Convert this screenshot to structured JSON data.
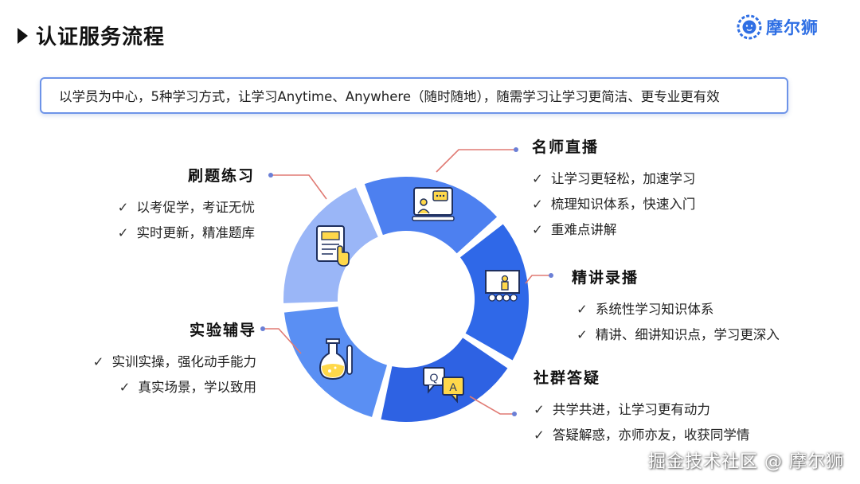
{
  "header": {
    "title": "认证服务流程",
    "logo_text": "摩尔狮"
  },
  "banner": {
    "text": "以学员为中心，5种学习方式，让学习Anytime、Anywhere（随时随地），随需学习让学习更简洁、更专业更有效"
  },
  "ring": {
    "colors": [
      "#4d80f0",
      "#2f68e8",
      "#2e62e3",
      "#5a8ff3",
      "#9ab6f7"
    ]
  },
  "sections": {
    "live": {
      "title": "名师直播",
      "items": [
        "让学习更轻松，加速学习",
        "梳理知识体系，快速入门",
        "重难点讲解"
      ],
      "icon": "live-teacher-icon"
    },
    "recorded": {
      "title": "精讲录播",
      "items": [
        "系统性学习知识体系",
        "精讲、细讲知识点，学习更深入"
      ],
      "icon": "lecture-screen-icon"
    },
    "community": {
      "title": "社群答疑",
      "items": [
        "共学共进，让学习更有动力",
        "答疑解惑，亦师亦友，收获同学情"
      ],
      "icon": "qa-chat-icon"
    },
    "lab": {
      "title": "实验辅导",
      "items": [
        "实训实操，强化动手能力",
        "真实场景，学以致用"
      ],
      "icon": "lab-flask-icon"
    },
    "practice": {
      "title": "刷题练习",
      "items": [
        "以考促学，考证无忧",
        "实时更新，精准题库"
      ],
      "icon": "exam-paper-icon"
    }
  },
  "watermark": "掘金技术社区 @ 摩尔狮"
}
